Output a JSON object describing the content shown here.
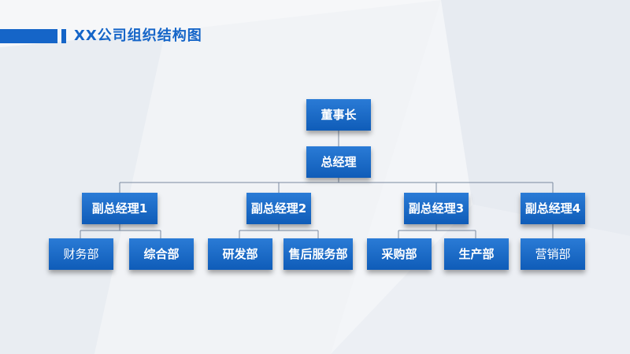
{
  "title": "XX公司组织结构图",
  "colors": {
    "accent": "#1565c8",
    "node": "#1a6ac9",
    "line": "#7a8aa0"
  },
  "org": {
    "chairman": "董事长",
    "gm": "总经理",
    "vp1": {
      "label": "副总经理1",
      "depts": [
        "财务部",
        "综合部"
      ]
    },
    "vp2": {
      "label": "副总经理2",
      "depts": [
        "研发部",
        "售后服务部"
      ]
    },
    "vp3": {
      "label": "副总经理3",
      "depts": [
        "采购部",
        "生产部"
      ]
    },
    "vp4": {
      "label": "副总经理4",
      "depts": [
        "营销部"
      ]
    }
  }
}
